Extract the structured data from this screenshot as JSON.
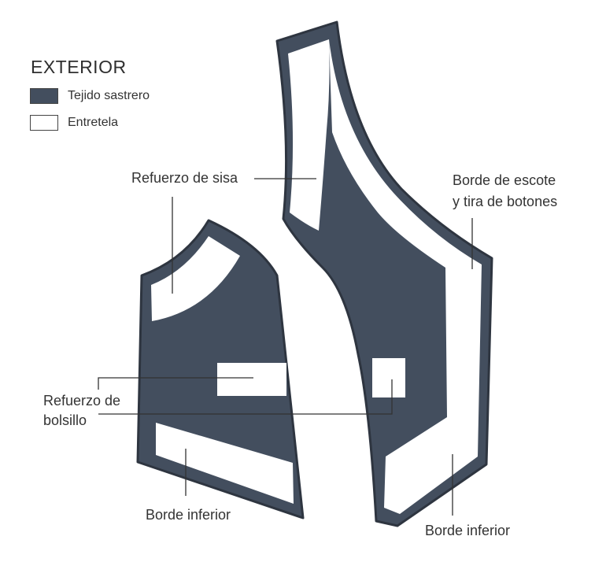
{
  "legend": {
    "title": "EXTERIOR",
    "items": [
      {
        "label": "Tejido sastrero",
        "color": "#434e5e"
      },
      {
        "label": "Entretela",
        "color": "#ffffff"
      }
    ]
  },
  "labels": {
    "armhole": "Refuerzo de sisa",
    "neckline_line1": "Borde de escote",
    "neckline_line2": "y tira de botones",
    "pocket_line1": "Refuerzo de",
    "pocket_line2": "bolsillo",
    "hem_left": "Borde inferior",
    "hem_right": "Borde inferior"
  },
  "colors": {
    "fabric": "#434e5e",
    "interfacing": "#ffffff",
    "outline": "#2e3540",
    "leader": "#333333"
  }
}
